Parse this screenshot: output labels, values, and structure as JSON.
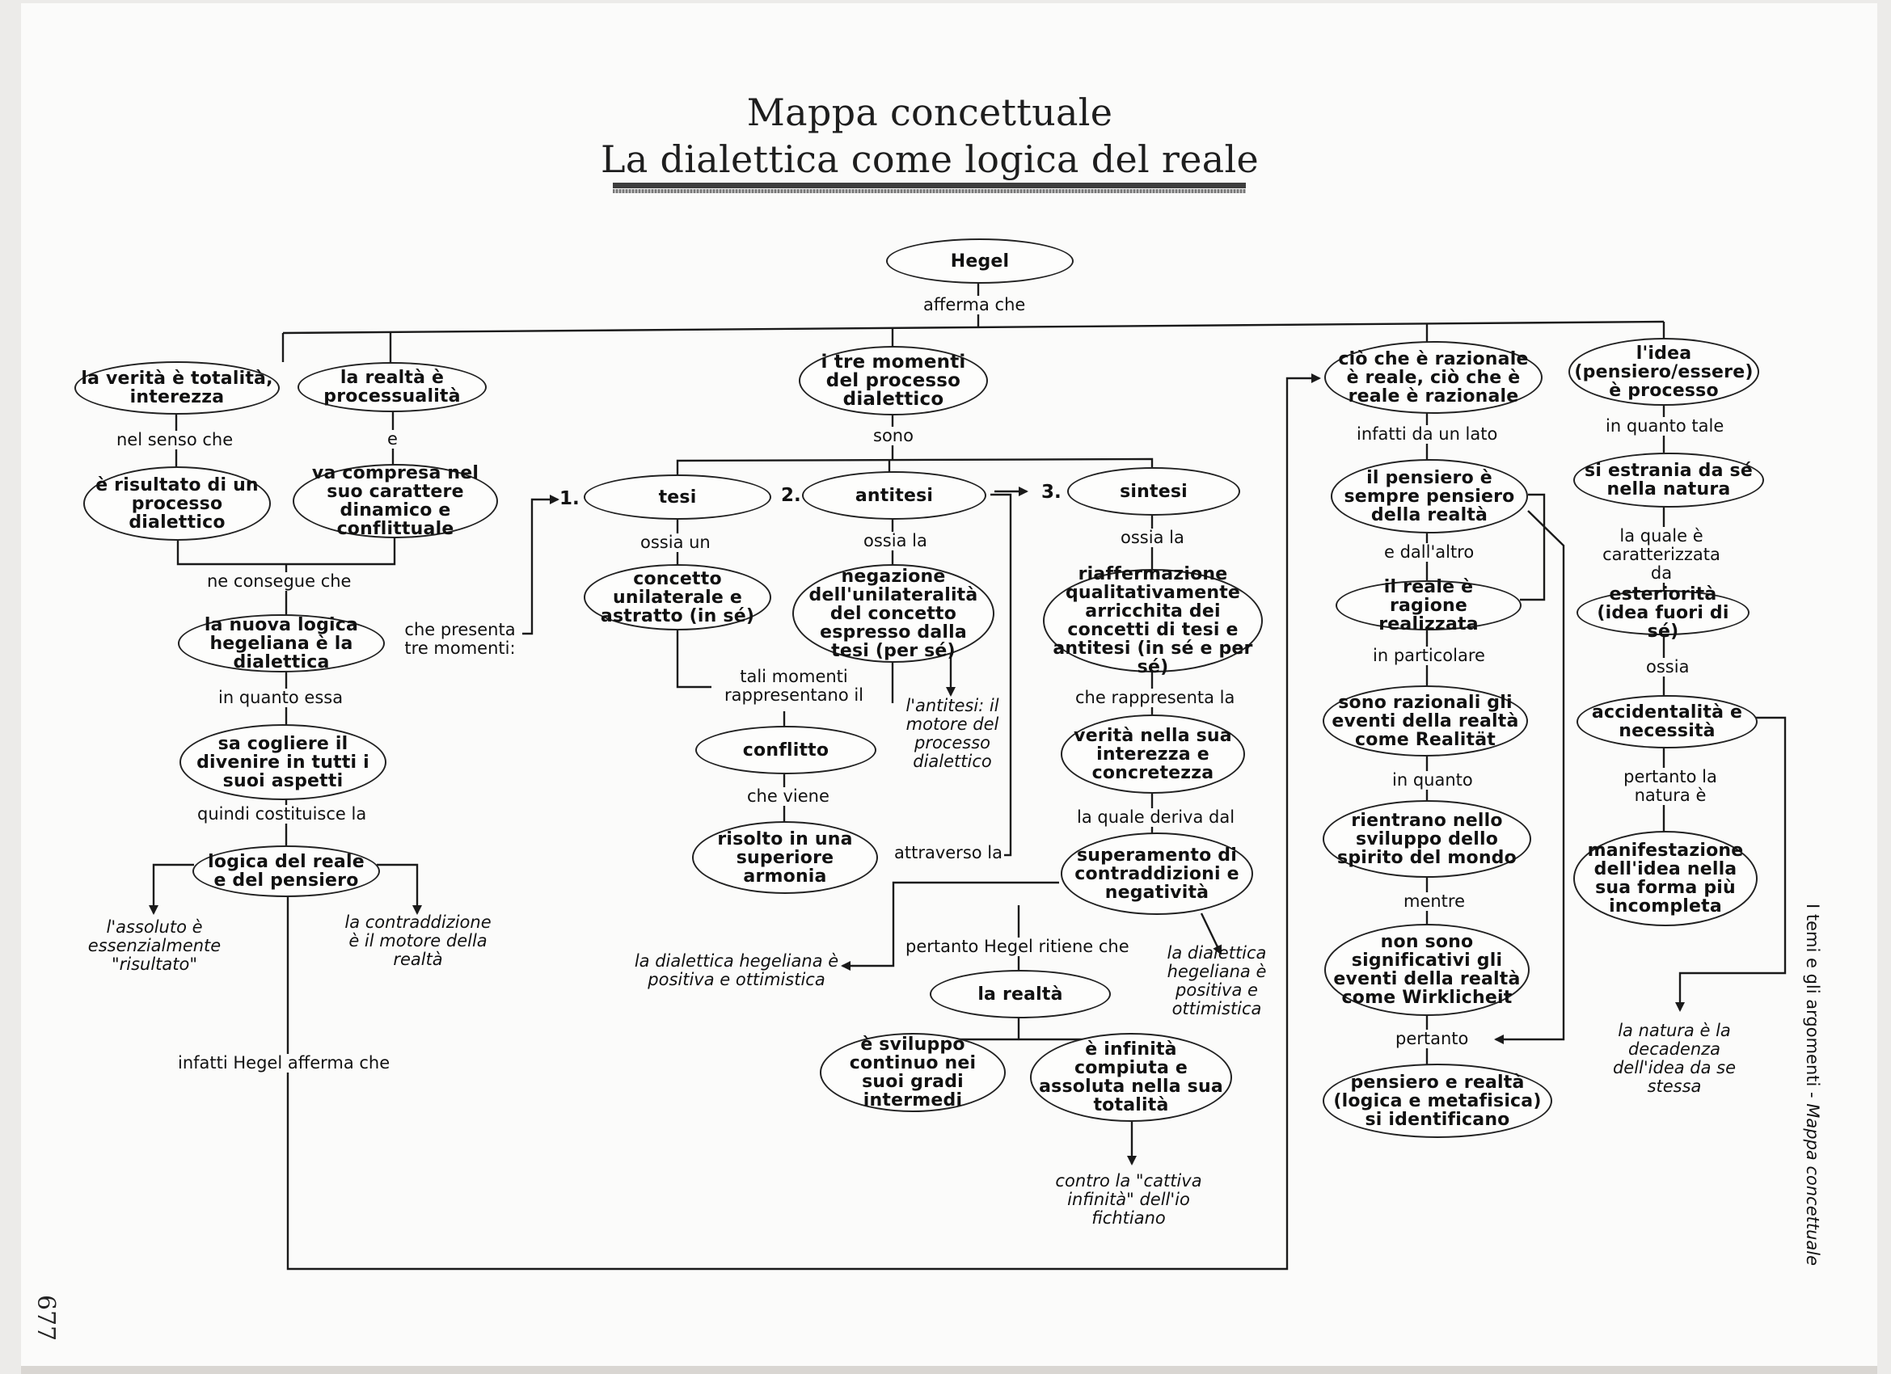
{
  "title": {
    "line1": "Mappa concettuale",
    "line2": "La dialettica come logica del reale"
  },
  "root": {
    "label": "Hegel",
    "link": "afferma che"
  },
  "left": {
    "verita": "la verità è totalità, interezza",
    "realta": "la realtà è processualità",
    "link_nel_senso": "nel senso che",
    "link_e": "e",
    "risultato": "è risultato di un processo dialettico",
    "compresa": "va compresa nel suo carattere dinamico e conflittuale",
    "link_ne_consegue": "ne consegue che",
    "nuova_logica": "la nuova logica hegeliana è la dialettica",
    "link_presenta": "che presenta tre momenti:",
    "link_in_quanto": "in quanto essa",
    "sa_cogliere": "sa cogliere il divenire in tutti i suoi aspetti",
    "link_quindi": "quindi costituisce la",
    "logica": "logica del reale e del pensiero",
    "note_assoluto": "l'assoluto è essenzialmente \"risultato\"",
    "note_contraddizione": "la contraddizione è il motore della realtà",
    "link_infatti": "infatti Hegel afferma che"
  },
  "center": {
    "momenti": "i tre momenti del processo dialettico",
    "link_sono": "sono",
    "num1": "1.",
    "num2": "2.",
    "num3": "3.",
    "tesi": "tesi",
    "antitesi": "antitesi",
    "sintesi": "sintesi",
    "link_ossia_un": "ossia un",
    "link_ossia_la_1": "ossia la",
    "link_ossia_la_2": "ossia la",
    "concetto": "concetto unilaterale e astratto (in sé)",
    "negazione": "negazione dell'unilateralità del concetto espresso dalla tesi (per sé)",
    "riaffermazione": "riaffermazione qualitativamente arricchita dei concetti di tesi e antitesi (in sé e per sé)",
    "note_antitesi": "l'antitesi: il motore del processo dialettico",
    "link_tali": "tali momenti rappresentano il",
    "conflitto": "conflitto",
    "link_che_viene": "che viene",
    "risolto": "risolto in una superiore armonia",
    "link_attraverso": "attraverso la",
    "link_che_rappresenta": "che rappresenta la",
    "verita_interezza": "verità nella sua interezza e concretezza",
    "link_deriva": "la quale deriva dal",
    "superamento": "superamento di contraddizioni e negatività",
    "link_pertanto_ritiene": "pertanto Hegel ritiene che",
    "note_positiva_left": "la dialettica hegeliana è positiva e ottimistica",
    "note_positiva_right": "la dialettica hegeliana è positiva e ottimistica",
    "la_realta": "la realtà",
    "sviluppo": "è sviluppo continuo nei suoi gradi intermedi",
    "infinita": "è infinità compiuta e assoluta nella sua totalità",
    "note_cattiva": "contro la \"cattiva infinità\" dell'io fichtiano"
  },
  "right": {
    "razionale": "ciò che è razionale è reale, ciò che è reale è razionale",
    "link_da_un_lato": "infatti da un lato",
    "pensiero": "il pensiero è sempre pensiero della realtà",
    "link_dallaltro": "e dall'altro",
    "reale_ragione": "il reale è ragione realizzata",
    "link_in_particolare": "in particolare",
    "razionali_eventi": "sono razionali gli eventi della realtà come Realität",
    "link_in_quanto": "in quanto",
    "rientrano": "rientrano nello sviluppo dello spirito del mondo",
    "link_mentre": "mentre",
    "non_significativi": "non sono significativi gli eventi della realtà come Wirklicheit",
    "link_pertanto": "pertanto",
    "identificano": "pensiero e realtà (logica e metafisica) si identificano"
  },
  "far_right": {
    "idea": "l'idea (pensiero/essere) è processo",
    "link_in_quanto_tale": "in quanto tale",
    "estrania": "si estrania da sé nella natura",
    "link_la_quale": "la quale è caratterizzata da",
    "esteriorita": "esteriorità (idea fuori di sé)",
    "link_ossia": "ossia",
    "accidentalita": "accidentalità e necessità",
    "link_pertanto_natura": "pertanto la natura è",
    "manifestazione": "manifestazione dell'idea nella sua forma più incompleta",
    "note_decadenza": "la natura è la decadenza dell'idea da se stessa"
  },
  "footer": {
    "side_text": "I temi e gli argomenti - ",
    "side_text_italic": "Mappa concettuale",
    "page_number": "677"
  }
}
